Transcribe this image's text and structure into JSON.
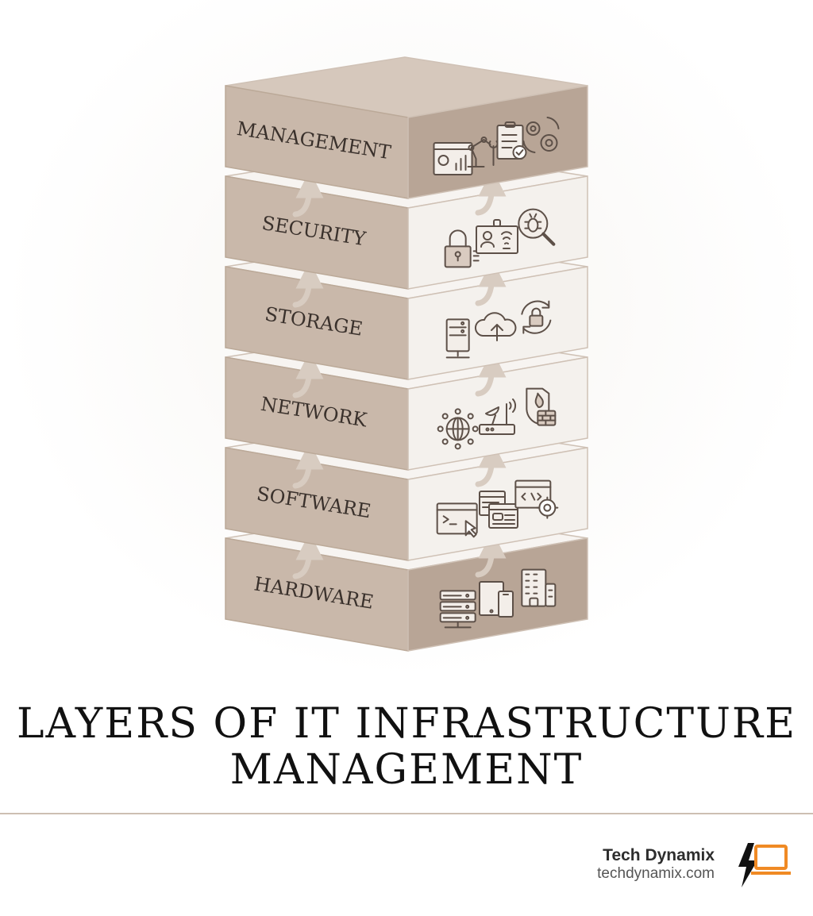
{
  "layers": [
    {
      "label": "MANAGEMENT",
      "icons": [
        "dashboard-chart-icon",
        "robot-arm-wrench-icon",
        "checklist-clipboard-icon",
        "gears-cycle-icon"
      ]
    },
    {
      "label": "SECURITY",
      "icons": [
        "padlock-icon",
        "id-badge-fingerprint-icon",
        "bug-search-icon"
      ]
    },
    {
      "label": "STORAGE",
      "icons": [
        "server-tower-icon",
        "cloud-upload-icon",
        "lock-sync-icon"
      ]
    },
    {
      "label": "NETWORK",
      "icons": [
        "globe-network-icon",
        "satellite-router-icon",
        "firewall-shield-icon"
      ]
    },
    {
      "label": "SOFTWARE",
      "icons": [
        "terminal-window-icon",
        "app-windows-icon",
        "code-gear-icon"
      ]
    },
    {
      "label": "HARDWARE",
      "icons": [
        "server-rack-icon",
        "tablet-phone-icon",
        "office-building-icon"
      ]
    }
  ],
  "title": {
    "line1": "LAYERS OF IT INFRASTRUCTURE",
    "line2": "MANAGEMENT"
  },
  "brand": {
    "name": "Tech Dynamix",
    "url": "techdynamix.com",
    "logo_icon": "lightning-laptop-icon"
  },
  "colors": {
    "taupe": "#c9b8aa",
    "taupe_top": "#d6c8bc",
    "taupe_dark": "#b8a596",
    "glass": "#f4f1ed",
    "outline": "#8f7d70",
    "accent_orange": "#f08a24"
  }
}
